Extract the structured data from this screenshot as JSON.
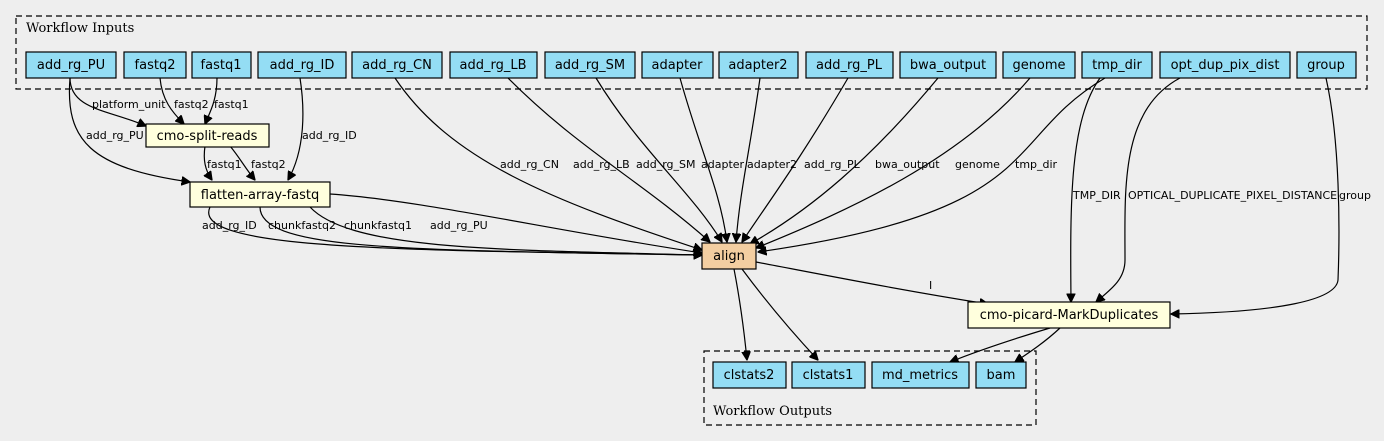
{
  "colors": {
    "background": "#eeeeee",
    "io_node_fill": "#94ddf4",
    "step_node_fill": "#ffffdd",
    "main_step_fill": "#f3cea1",
    "stroke": "#000000"
  },
  "inputs_cluster": {
    "label": "Workflow Inputs"
  },
  "outputs_cluster": {
    "label": "Workflow Outputs"
  },
  "inputs": [
    "add_rg_PU",
    "fastq2",
    "fastq1",
    "add_rg_ID",
    "add_rg_CN",
    "add_rg_LB",
    "add_rg_SM",
    "adapter",
    "adapter2",
    "add_rg_PL",
    "bwa_output",
    "genome",
    "tmp_dir",
    "opt_dup_pix_dist",
    "group"
  ],
  "steps": {
    "split": "cmo-split-reads",
    "flatten": "flatten-array-fastq",
    "align": "align",
    "markdup": "cmo-picard-MarkDuplicates"
  },
  "outputs": [
    "clstats2",
    "clstats1",
    "md_metrics",
    "bam"
  ],
  "edge_labels": {
    "pu_split": "platform_unit",
    "fq2_split": "fastq2",
    "fq1_split": "fastq1",
    "pu_flatten": "add_rg_PU",
    "id_flatten": "add_rg_ID",
    "split_flatten_1": "fastq1",
    "split_flatten_2": "fastq2",
    "fl_id": "add_rg_ID",
    "fl_cf2": "chunkfastq2",
    "fl_cf1": "chunkfastq1",
    "fl_pu": "add_rg_PU",
    "cn": "add_rg_CN",
    "lb": "add_rg_LB",
    "sm": "add_rg_SM",
    "adapter": "adapter",
    "adapter2": "adapter2",
    "pl": "add_rg_PL",
    "bwa": "bwa_output",
    "genome": "genome",
    "tmp": "tmp_dir",
    "md_tmp": "TMP_DIR",
    "md_opt": "OPTICAL_DUPLICATE_PIXEL_DISTANCE",
    "md_group": "group",
    "align_md": "I"
  }
}
